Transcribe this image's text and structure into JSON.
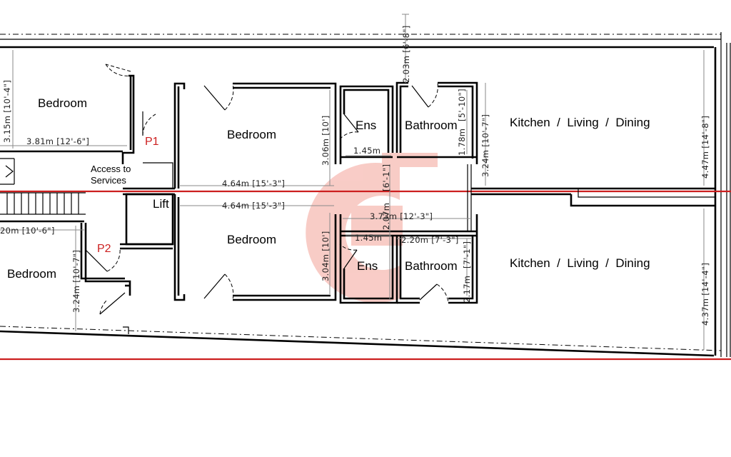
{
  "colors": {
    "boundary": "#cc1f1f",
    "watermark": "#f4a399",
    "walls": "#000000",
    "dimensions": "#8a8a8a"
  },
  "watermark": {
    "icon": "brand-logo-watermark"
  },
  "points": {
    "p1": "P1",
    "p2": "P2"
  },
  "rooms": {
    "upper": {
      "bedroom_left": "Bedroom",
      "access": "Access to",
      "services": "Services",
      "bedroom": "Bedroom",
      "ens": "Ens",
      "bathroom": "Bathroom",
      "kld": "Kitchen  /  Living  /  Dining"
    },
    "lower": {
      "lift": "Lift",
      "bedroom_left": "Bedroom",
      "bedroom": "Bedroom",
      "ens": "Ens",
      "bathroom": "Bathroom",
      "kld": "Kitchen  /  Living  /  Dining"
    }
  },
  "dimensions": {
    "top_height": "2.03m [6'-8\"]",
    "upper": {
      "left_bed_v": "3.15m [10'-4\"]",
      "left_bed_h": "3.81m [12'-6\"]",
      "bed_h": "4.64m [15'-3\"]",
      "bed_v": "3.06m [10']",
      "ens_w": "1.45m",
      "ens_v": "1.78m",
      "bath_v": "[5'-10\"]",
      "bath_h": "3.24m [10'-7\"]",
      "kld_v": "4.47m [14'-8\"]",
      "corridor": "[6'-1\"]"
    },
    "lower": {
      "left_bed_h": "20m [10'-6\"]",
      "left_bed_v": "3.24m [10'-7\"]",
      "bed_h": "4.64m [15'-3\"]",
      "bed_v": "3.04m [10']",
      "corridor_v": "2.07m",
      "corridor_h": "3.73m [12'-3\"]",
      "ens_w": "1.45m",
      "bath_w": "2.20m [7'-3\"]",
      "bath_v": "2.17m",
      "bath_v2": "[7'-1\"]",
      "kld_v": "4.37m [14'-4\"]"
    }
  }
}
